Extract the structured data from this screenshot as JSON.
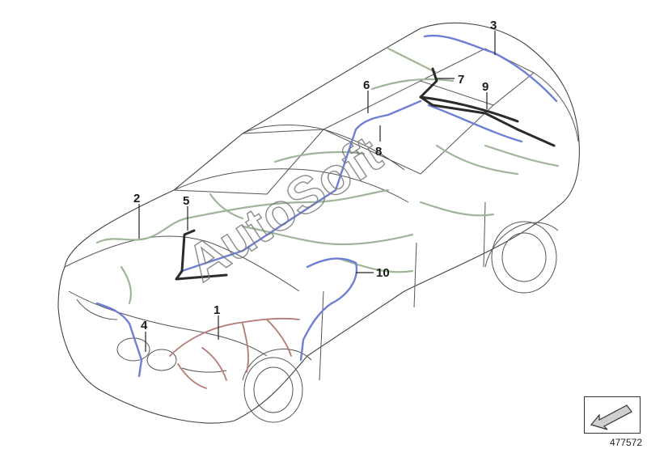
{
  "diagram": {
    "callouts": [
      "1",
      "2",
      "3",
      "4",
      "5",
      "6",
      "7",
      "8",
      "9",
      "10"
    ],
    "watermark": "AutoSoft",
    "reference_number": "477572",
    "colors": {
      "outline": "#444444",
      "harness_green": "#9fb59a",
      "harness_blue": "#6f7fd6",
      "harness_dark": "#2b2b2b",
      "harness_red": "#b47a74"
    }
  },
  "icons": {
    "reference_symbol": "arrow-down-left-icon"
  }
}
